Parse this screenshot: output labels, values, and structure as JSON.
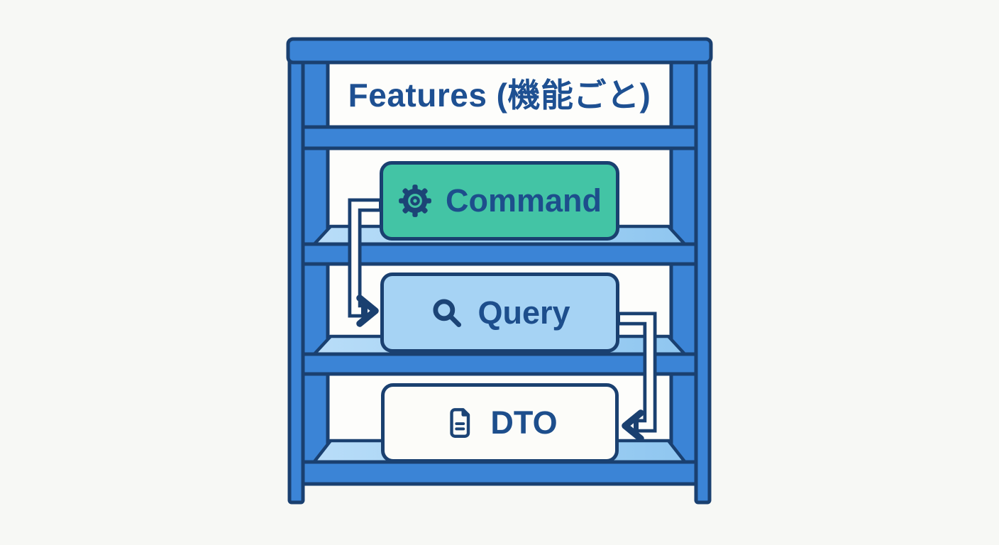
{
  "title": {
    "text": "Features (機能ごと)"
  },
  "shelf": {
    "description": "bookshelf-style rack with four shelf levels",
    "boxes": [
      {
        "id": "command",
        "label": "Command",
        "icon": "gear-icon",
        "fill": "#43c4a5"
      },
      {
        "id": "query",
        "label": "Query",
        "icon": "search-icon",
        "fill": "#a6d3f4"
      },
      {
        "id": "dto",
        "label": "DTO",
        "icon": "document-icon",
        "fill": "#fcfcf9"
      }
    ],
    "connectors": [
      {
        "from": "Command",
        "to": "Query",
        "path": "down-left-side",
        "arrow": "into Query left edge"
      },
      {
        "from": "Query",
        "to": "DTO",
        "path": "down-right-side",
        "arrow": "into DTO right edge"
      }
    ]
  },
  "colors": {
    "background": "#f7f8f5",
    "frame_blue": "#3b84d6",
    "outline_navy": "#1a4070",
    "shelf_top_light_blue": "#a3d2f4",
    "command_teal": "#43c4a5",
    "query_blue": "#a6d3f4",
    "dto_white": "#fcfcf9",
    "text_navy": "#1d4e8c",
    "title_navy": "#1e5092"
  }
}
